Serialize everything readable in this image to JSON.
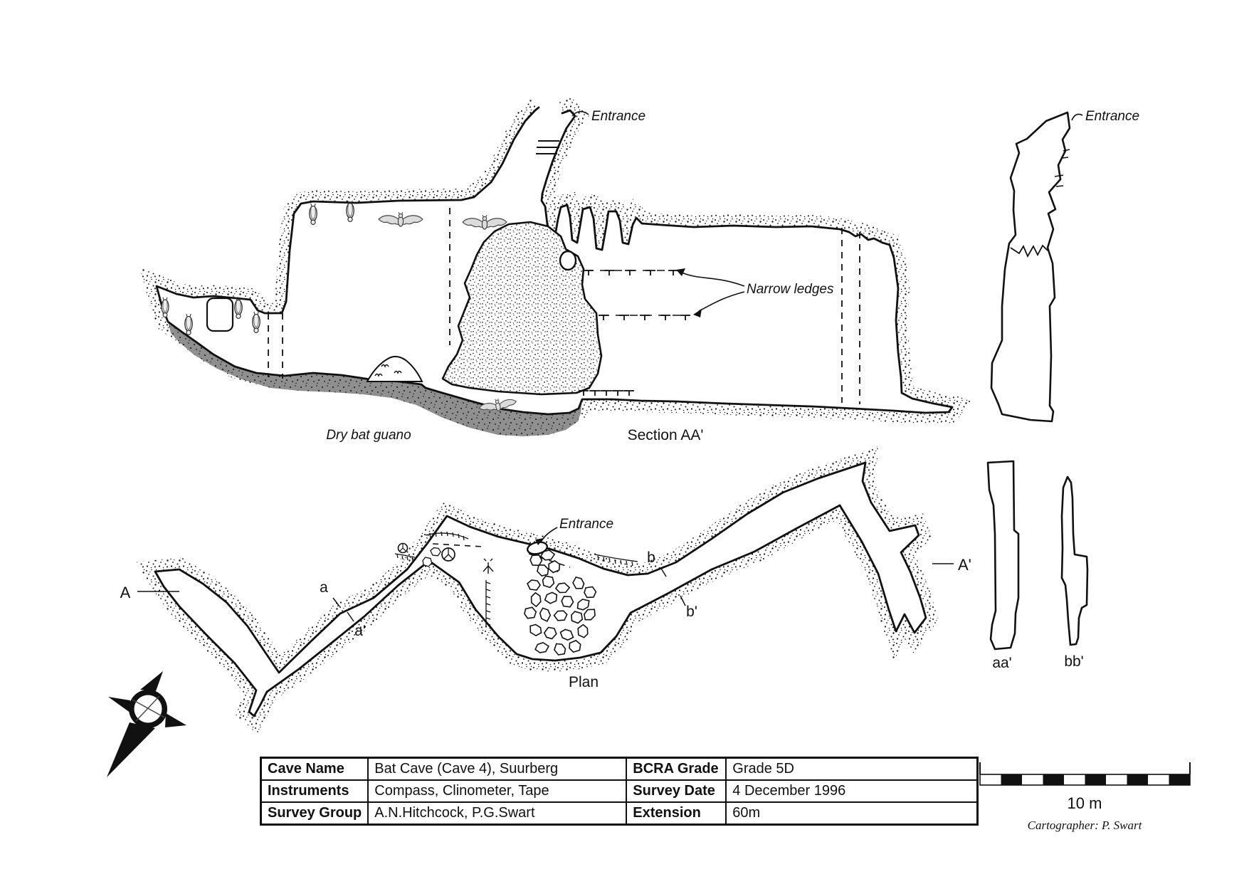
{
  "section_view": {
    "entrance_label": "Entrance",
    "narrow_ledges_label": "Narrow ledges",
    "dry_bat_guano_label": "Dry bat guano",
    "title": "Section AA'"
  },
  "right_profile": {
    "entrance_label": "Entrance"
  },
  "plan_view": {
    "title": "Plan",
    "entrance_label": "Entrance",
    "markers": {
      "A": "A",
      "A_prime": "A'",
      "a": "a",
      "a_prime": "a'",
      "b": "b",
      "b_prime": "b'"
    }
  },
  "cross_sections": {
    "aa_label": "aa'",
    "bb_label": "bb'"
  },
  "info_table": {
    "rows": [
      {
        "label1": "Cave Name",
        "value1": "Bat Cave (Cave 4), Suurberg",
        "label2": "BCRA Grade",
        "value2": "Grade 5D"
      },
      {
        "label1": "Instruments",
        "value1": "Compass, Clinometer, Tape",
        "label2": "Survey Date",
        "value2": "4 December 1996"
      },
      {
        "label1": "Survey Group",
        "value1": "A.N.Hitchcock, P.G.Swart",
        "label2": "Extension",
        "value2": "60m"
      }
    ]
  },
  "scale_bar": {
    "label": "10 m"
  },
  "credit": "Cartographer: P. Swart",
  "colors": {
    "ink": "#111111",
    "guano_gray": "#8f8f8f",
    "bat_gray": "#dcdcdc"
  }
}
